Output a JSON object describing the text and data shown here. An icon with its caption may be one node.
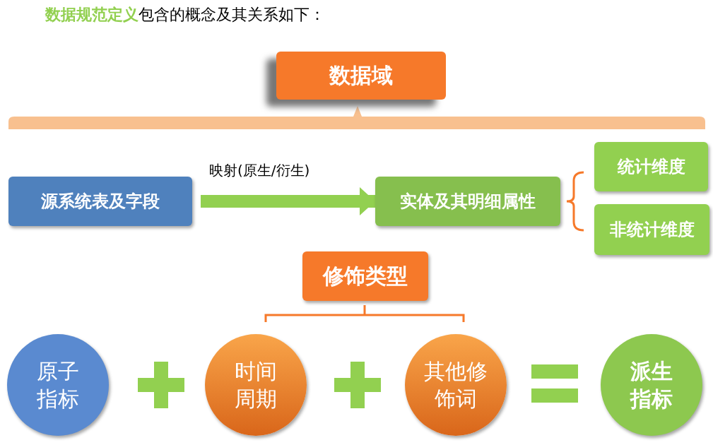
{
  "diagram": {
    "title": "**数据规范定义**包含的概念及其关系如下：",
    "nodes": [
      {
        "text": [
          "数据域"
        ]
      },
      {
        "text": [
          "源系统表及字段"
        ]
      },
      {
        "text": [
          "实体及其明细属性"
        ]
      },
      {
        "text": [
          "统计维度"
        ]
      },
      {
        "text": [
          "非统计维度"
        ]
      },
      {
        "text": [
          "修饰类型"
        ]
      },
      {
        "text": [
          "原子指标"
        ]
      },
      {
        "text": [
          "时间周期"
        ]
      },
      {
        "text": [
          "其他修饰词"
        ]
      },
      {
        "text": [
          "派生指标"
        ]
      }
    ],
    "edges": [
      {
        "from": 1,
        "to": 2,
        "arrow": "to",
        "label": "映射(原生/衍生)"
      }
    ]
  }
}
